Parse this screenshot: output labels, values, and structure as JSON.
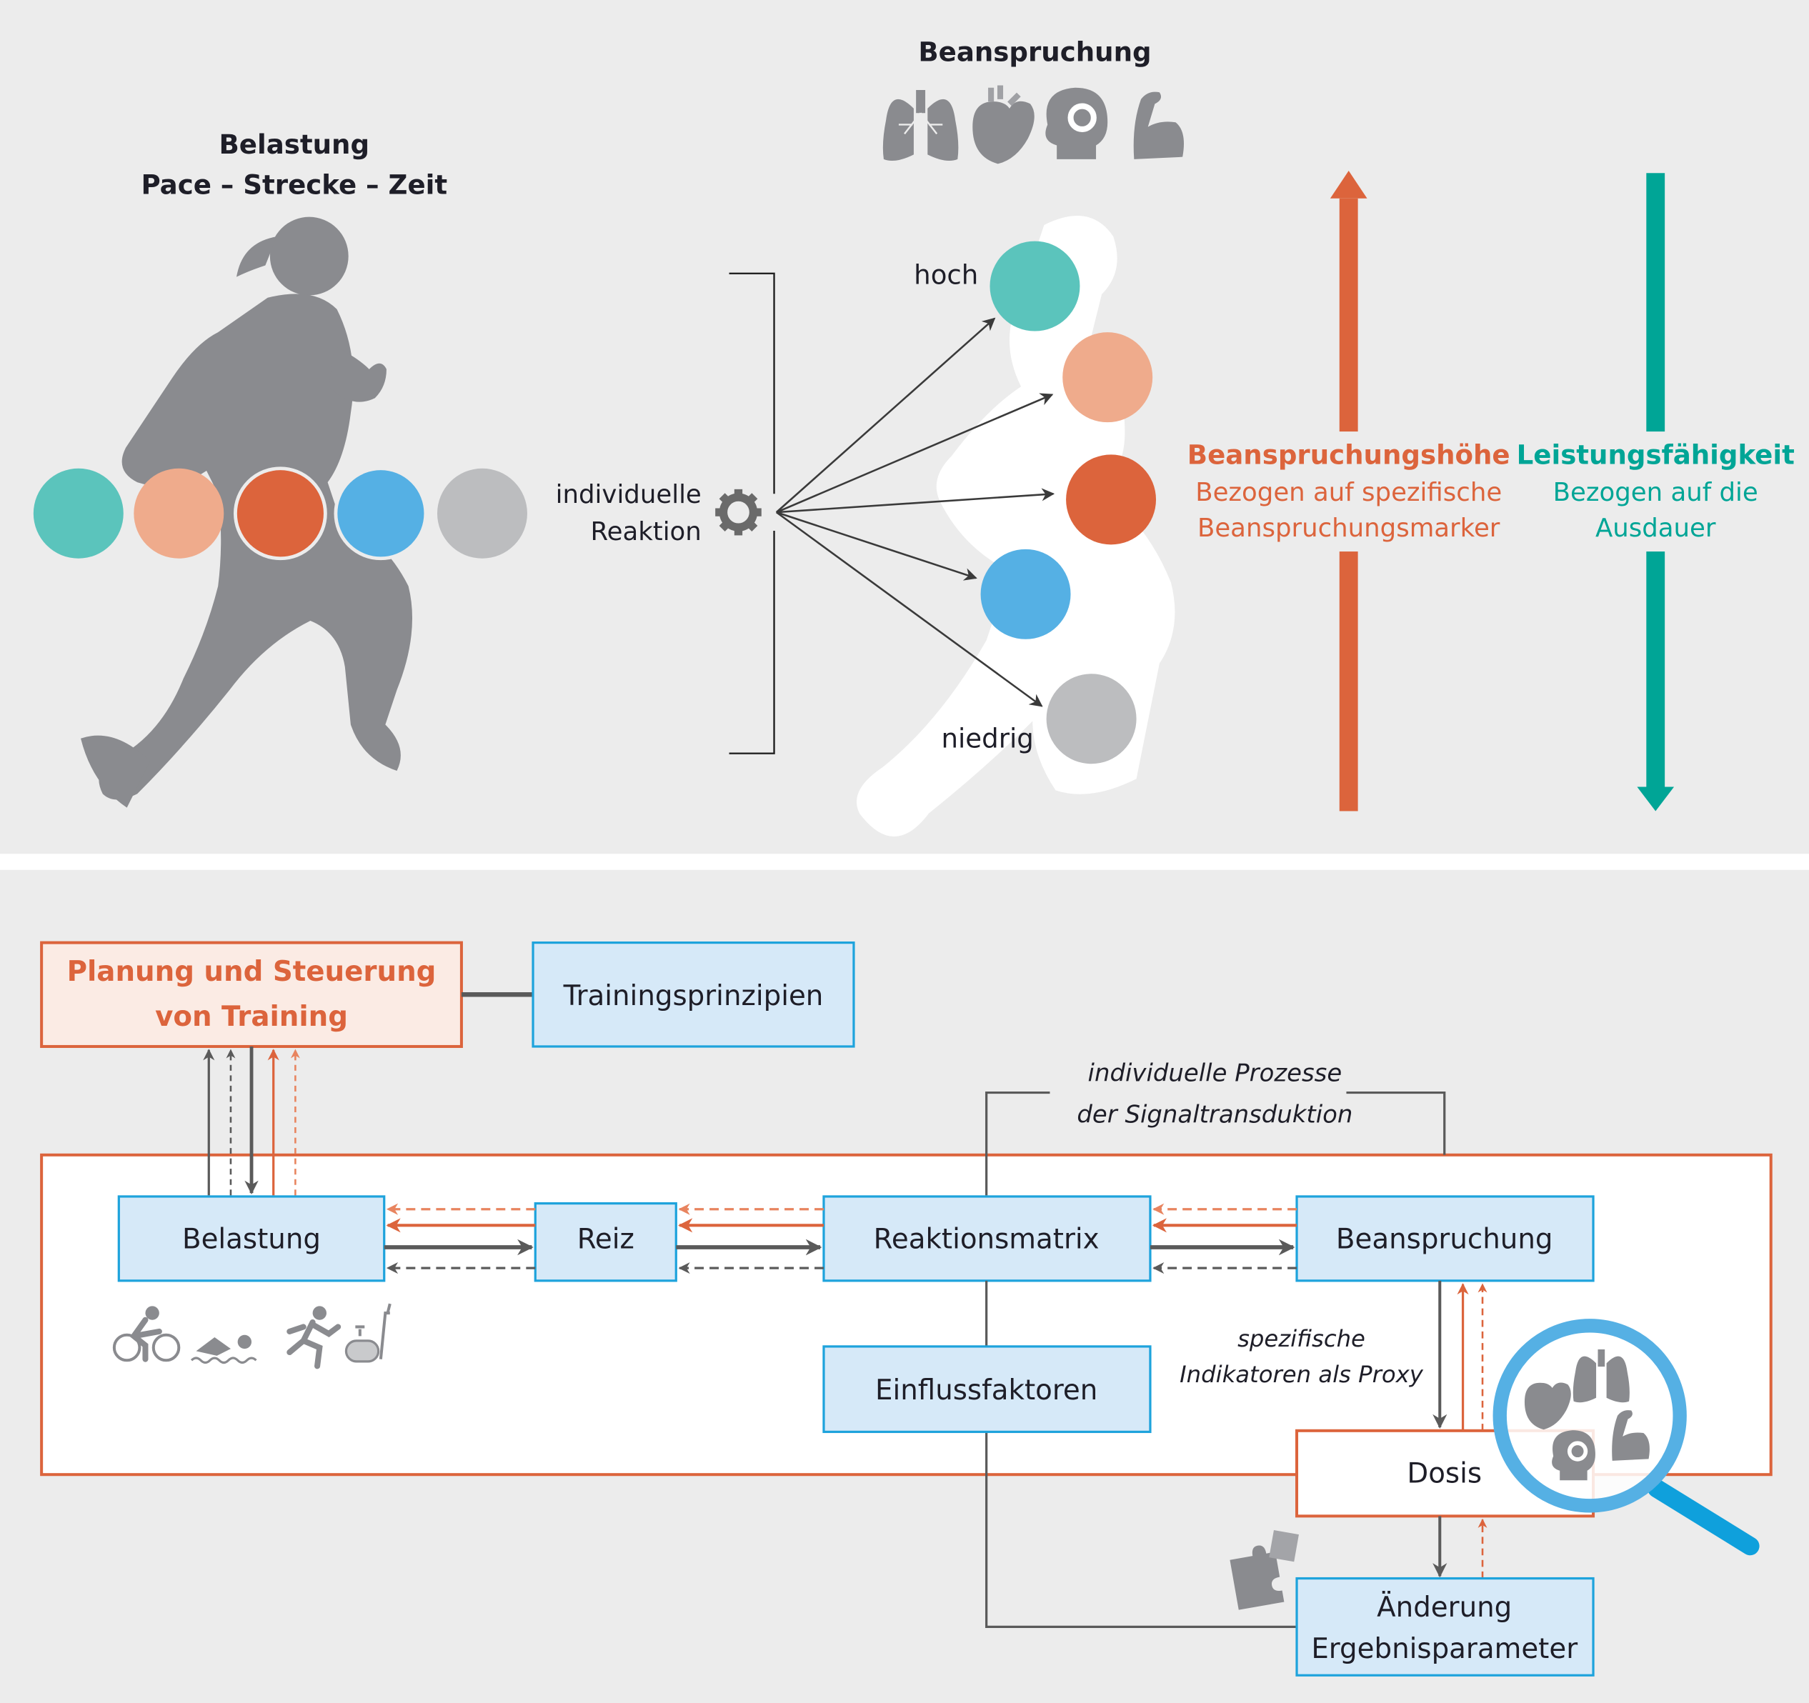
{
  "top_panel": {
    "left_title_line1": "Belastung",
    "left_title_line2": "Pace – Strecke – Zeit",
    "right_title": "Beanspruchung",
    "reaction_label_line1": "individuelle",
    "reaction_label_line2": "Reaktion",
    "high_label": "hoch",
    "low_label": "niedrig",
    "organ_icons": [
      "lungs-icon",
      "heart-icon",
      "head-gear-icon",
      "muscle-arm-icon"
    ],
    "load_circles": [
      "#5bc4bc",
      "#efab8c",
      "#dc643c",
      "#55b0e4",
      "#bcbdbf"
    ],
    "strain_circles": [
      "#5bc4bc",
      "#efab8c",
      "#dc643c",
      "#55b0e4",
      "#bcbdbf"
    ],
    "strain_arrow": {
      "title": "Beanspruchungshöhe",
      "line1": "Bezogen auf spezifische",
      "line2": "Beanspruchungsmarker",
      "direction": "up",
      "color": "#dc643c"
    },
    "performance_arrow": {
      "title": "Leistungsfähigkeit",
      "line1": "Bezogen auf die",
      "line2": "Ausdauer",
      "direction": "down",
      "color": "#00a596"
    }
  },
  "bottom_panel": {
    "planning_box": {
      "line1": "Planung und Steuerung",
      "line2": "von Training"
    },
    "principles_box": "Trainingsprinzipien",
    "signal_label_line1": "individuelle Prozesse",
    "signal_label_line2": "der Signaltransduktion",
    "nodes": {
      "belastung": "Belastung",
      "reiz": "Reiz",
      "reaktionsmatrix": "Reaktionsmatrix",
      "beanspruchung": "Beanspruchung",
      "einflussfaktoren": "Einflussfaktoren",
      "dosis": "Dosis",
      "aenderung_line1": "Änderung",
      "aenderung_line2": "Ergebnisparameter"
    },
    "proxy_label_line1": "spezifische",
    "proxy_label_line2": "Indikatoren als Proxy",
    "sport_icons": [
      "cycling-icon",
      "swimming-icon",
      "running-icon",
      "elliptical-trainer-icon"
    ],
    "magnifier_icons": [
      "heart-icon",
      "lungs-icon",
      "head-gear-icon",
      "muscle-arm-icon"
    ]
  },
  "colors": {
    "orange": "#dc643c",
    "teal": "#00a596",
    "blue_border": "#1ea3dc",
    "blue_fill": "#d6e9f8",
    "dark_gray": "#5a5a5a",
    "background": "#ececec"
  }
}
